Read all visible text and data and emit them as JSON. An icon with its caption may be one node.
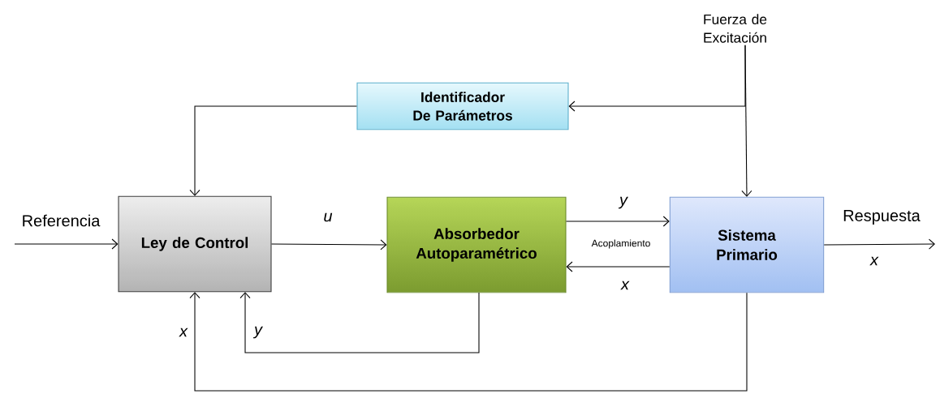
{
  "diagram": {
    "nodes": [
      {
        "text": [
          "Identificador De Parámetros"
        ]
      },
      {
        "text": [
          "Ley de Control"
        ]
      },
      {
        "text": [
          "Absorbedor Autoparamétrico"
        ]
      },
      {
        "text": [
          "Sistema Primario"
        ]
      },
      {
        "text": [
          "Fuerza de Excitación"
        ]
      }
    ],
    "edges": [
      {
        "from": 4,
        "to": 0,
        "arrow": "to"
      },
      {
        "from": 4,
        "to": 3,
        "arrow": "to"
      },
      {
        "from": 0,
        "to": 1,
        "arrow": "to"
      },
      {
        "from": null,
        "to": 1,
        "arrow": "to",
        "label": "Referencia"
      },
      {
        "from": 1,
        "to": 2,
        "arrow": "to",
        "label": "u"
      },
      {
        "from": 2,
        "to": 3,
        "arrow": "to",
        "label": "y"
      },
      {
        "from": 3,
        "to": 2,
        "arrow": "to",
        "label": "x"
      },
      {
        "from": 3,
        "to": null,
        "arrow": "to",
        "label": "Respuesta"
      },
      {
        "from": 2,
        "to": 1,
        "arrow": "to",
        "label": "y"
      },
      {
        "from": 3,
        "to": 1,
        "arrow": "to",
        "label": "x"
      }
    ],
    "labels": [
      "Acoplamiento",
      "x"
    ]
  }
}
